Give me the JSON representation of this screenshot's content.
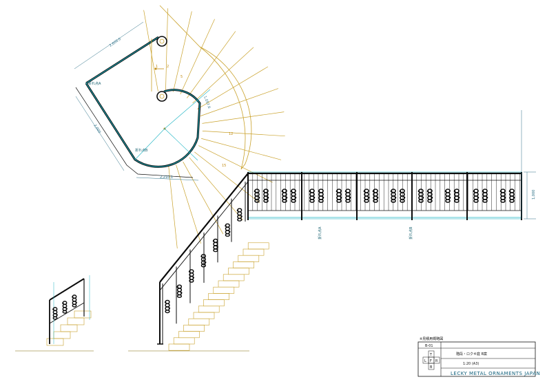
{
  "colors": {
    "rail": "#0b0b0b",
    "cyan": "#1fb5c4",
    "tread": "#c9a12a",
    "ground": "#a89a55",
    "dim": "#2a6f86",
    "stepnum": "#c08a10"
  },
  "plan": {
    "dim_top": "2,600.0",
    "dim_left": "2,000",
    "dim_bottom": "2,210.1",
    "dim_radius": "1,057.6",
    "point_a": "折れ点A",
    "point_b": "折れ点B",
    "step_numbers": [
      "1",
      "2",
      "5",
      "12",
      "15"
    ]
  },
  "elevation": {
    "height_dim": "1,000",
    "break_a": "折れ点A",
    "break_b": "折れ点B"
  },
  "title_block": {
    "heading": "※見積用概略図",
    "drawing_no": "B-01",
    "title": "階段・ロクキ庭 B案",
    "scale": "1:20 (A3)",
    "company": "LECKY METAL ORNAMENTS JAPAN",
    "view_labels": [
      "T",
      "L",
      "F",
      "R",
      "B"
    ]
  }
}
